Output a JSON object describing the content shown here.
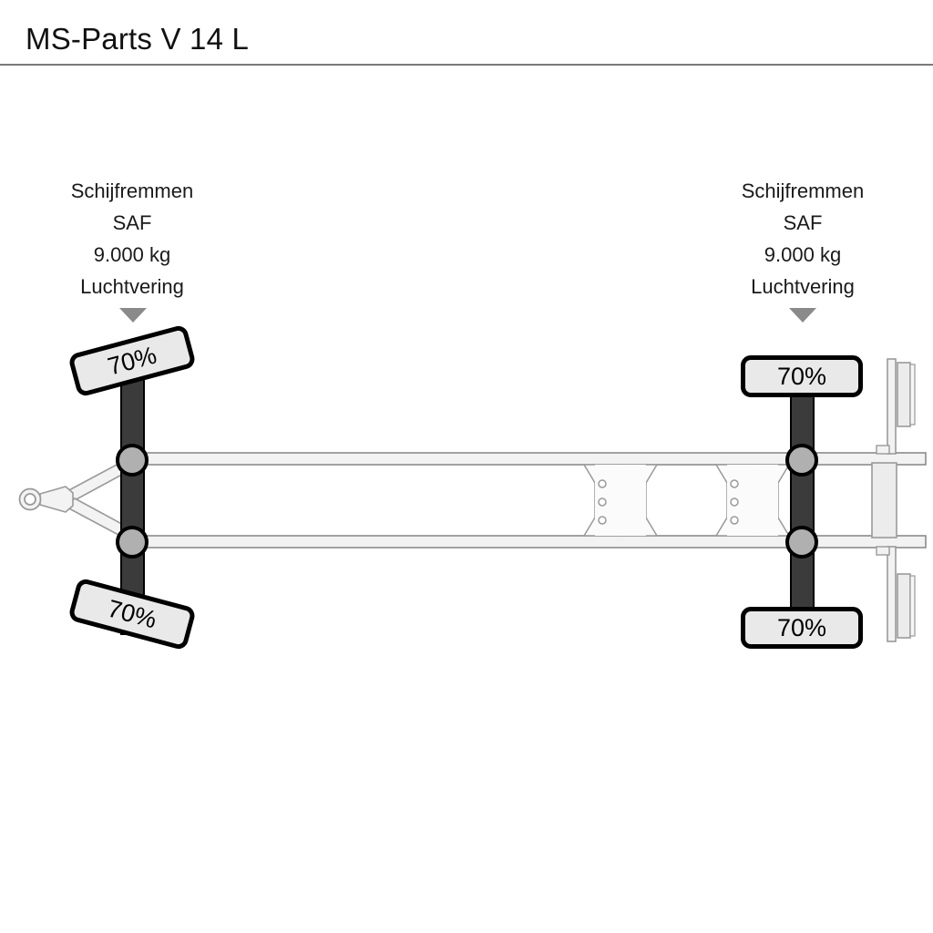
{
  "header": {
    "title": "MS-Parts V 14 L"
  },
  "diagram": {
    "view": "top-view trailer chassis schematic",
    "axles": [
      {
        "id": "front-axle",
        "side": "left",
        "note": {
          "brake_type": "Schijfremmen",
          "make": "SAF",
          "capacity": "9.000 kg",
          "suspension": "Luchtvering"
        },
        "tyres": [
          {
            "position": "front-left",
            "tread": "70%"
          },
          {
            "position": "rear-left",
            "tread": "70%"
          }
        ]
      },
      {
        "id": "rear-axle",
        "side": "right",
        "note": {
          "brake_type": "Schijfremmen",
          "make": "SAF",
          "capacity": "9.000 kg",
          "suspension": "Luchtvering"
        },
        "tyres": [
          {
            "position": "front-right",
            "tread": "70%"
          },
          {
            "position": "rear-right",
            "tread": "70%"
          }
        ]
      }
    ],
    "components": {
      "drawbar": "v-drawbar",
      "coupling": "ring-eye",
      "cross_members": 2,
      "cross_member_holes": 3,
      "rear_bumper": "rear-underrun-bar"
    },
    "colors": {
      "chassis_fill": "#f0f0f0",
      "chassis_stroke": "#8c8c8c",
      "axle_beam": "#3b3b3b",
      "hub_fill": "#b0b0b0",
      "hub_stroke": "#000000",
      "tyre_fill": "#e9e9e9",
      "tyre_stroke": "#000000",
      "pointer": "#8a8a8a",
      "rule": "#7a7a7a"
    }
  }
}
